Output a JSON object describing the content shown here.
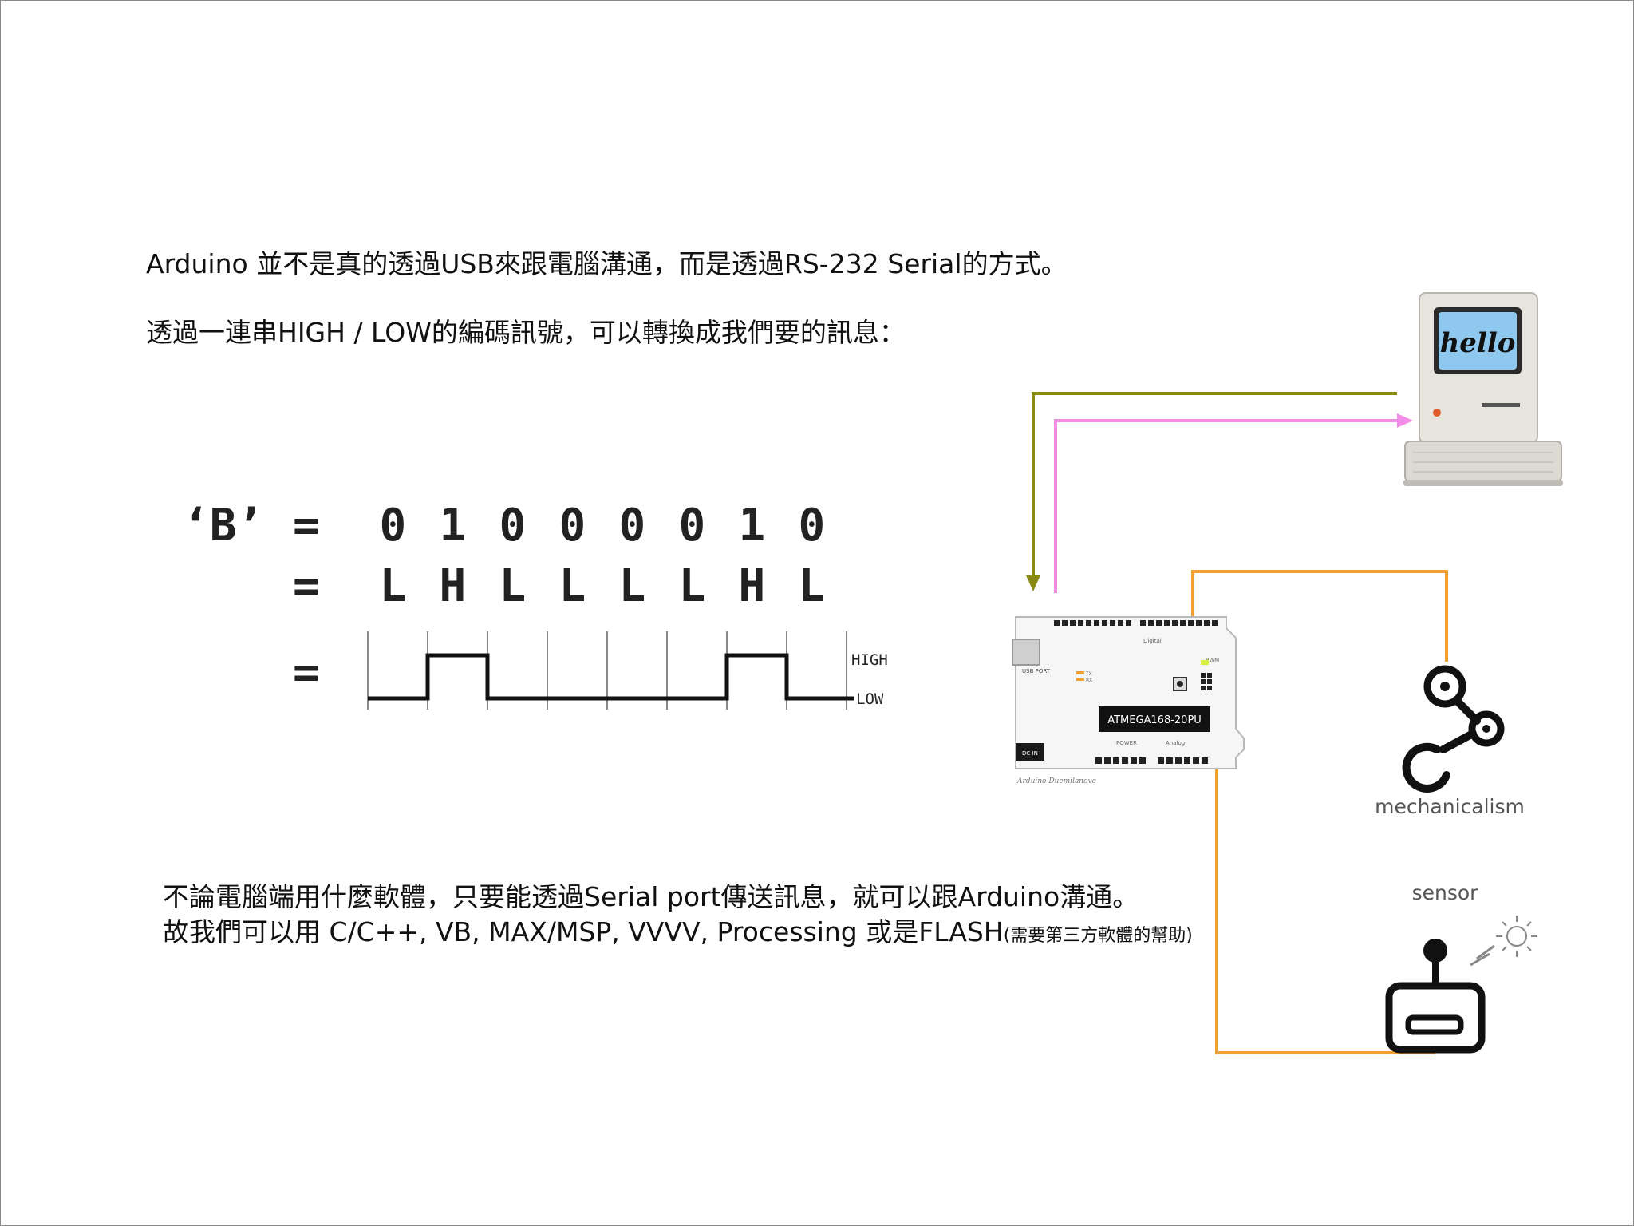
{
  "text": {
    "line1": "Arduino 並不是真的透過USB來跟電腦溝通，而是透過RS-232 Serial的方式。",
    "line2": "透過一連串HIGH / LOW的編碼訊號，可以轉換成我們要的訊息：",
    "line3": "不論電腦端用什麼軟體，只要能透過Serial port傳送訊息，就可以跟Arduino溝通。",
    "line4_main": "故我們可以用 C/C++, VB, MAX/MSP, VVVV, Processing 或是FLASH",
    "line4_note": "(需要第三方軟體的幫助)"
  },
  "encoding": {
    "char": "‘B’",
    "equals": "=",
    "bits": [
      "0",
      "1",
      "0",
      "0",
      "0",
      "0",
      "1",
      "0"
    ],
    "levels": [
      "L",
      "H",
      "L",
      "L",
      "L",
      "L",
      "H",
      "L"
    ],
    "high_label": "HIGH",
    "low_label": "LOW"
  },
  "computer": {
    "screen_text": "hello"
  },
  "board": {
    "chip": "ATMEGA168-20PU",
    "usb_label": "USB PORT",
    "dc_label": "DC IN",
    "digital_label": "Digital",
    "analog_label": "Analog",
    "pwm_label": "PWM",
    "power_label": "POWER",
    "tx_label": "TX",
    "rx_label": "RX",
    "name": "Arduino Duemilanove"
  },
  "labels": {
    "mechanicalism": "mechanicalism",
    "sensor": "sensor"
  },
  "colors": {
    "olive_wire": "#8a8a10",
    "pink_wire": "#f28ce6",
    "orange_wire": "#f0a030",
    "signal": "#111111",
    "chip_bg": "#111111"
  }
}
